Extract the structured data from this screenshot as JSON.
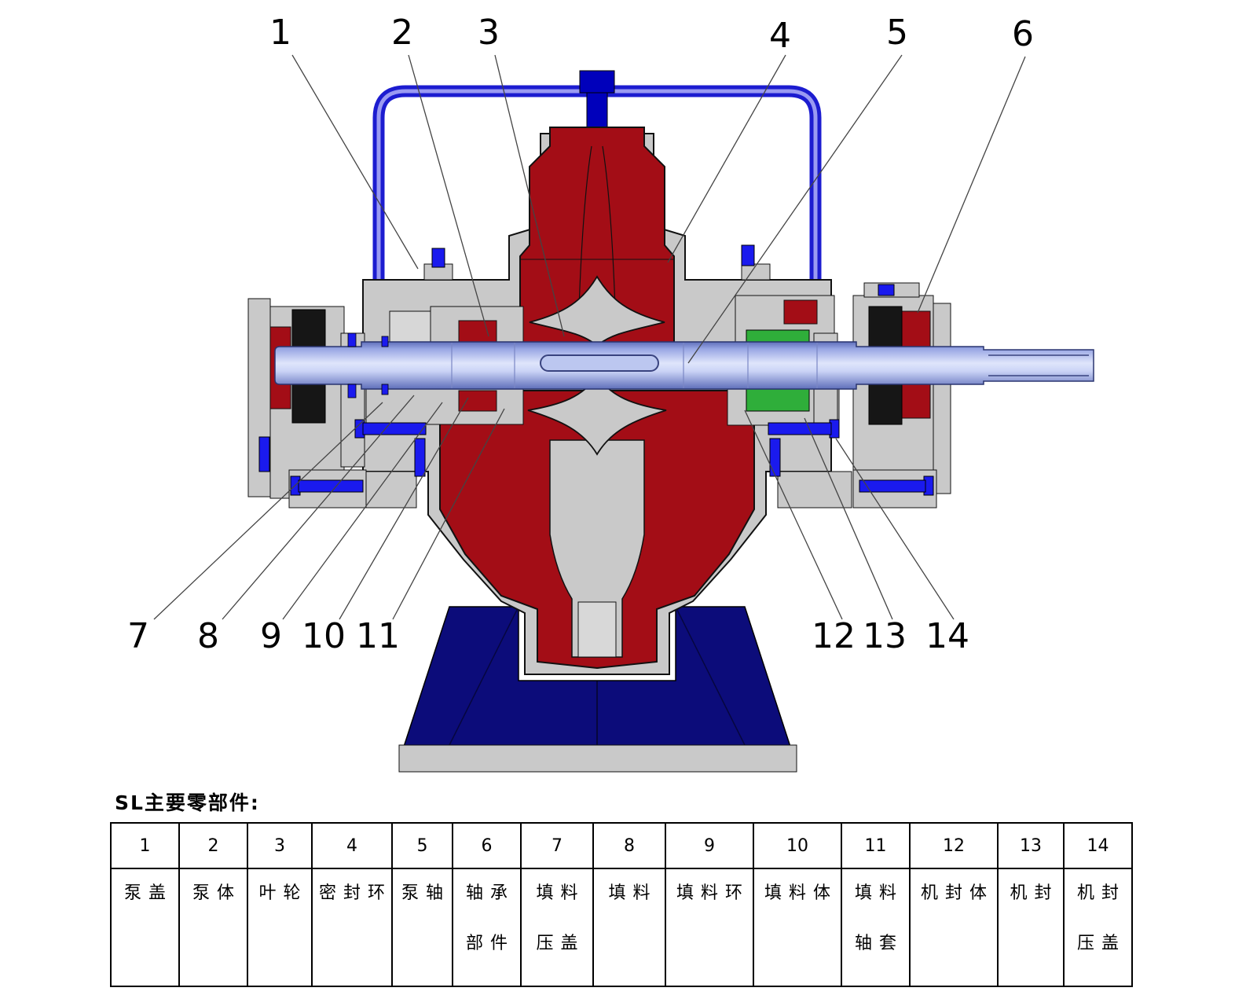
{
  "diagram": {
    "callouts": [
      "1",
      "2",
      "3",
      "4",
      "5",
      "6",
      "7",
      "8",
      "9",
      "10",
      "11",
      "12",
      "13",
      "14"
    ],
    "colors": {
      "casing_gray": "#c9c9c9",
      "volute_red": "#a30d16",
      "shaft_blue_light": "#dfe5fb",
      "shaft_blue_dark": "#5f6fba",
      "pipe_blue": "#1c1cd0",
      "plug_blue": "#0000bb",
      "pedestal_navy": "#0c0c7a",
      "packing_green": "#2fae3a",
      "bearing_black": "#161616",
      "bolt_blue": "#1a1aee"
    }
  },
  "caption": {
    "title": "SL主要零部件:"
  },
  "parts_table": {
    "columns": [
      {
        "num": "1",
        "name_lines": [
          "泵盖"
        ]
      },
      {
        "num": "2",
        "name_lines": [
          "泵体"
        ]
      },
      {
        "num": "3",
        "name_lines": [
          "叶轮"
        ]
      },
      {
        "num": "4",
        "name_lines": [
          "密封环"
        ]
      },
      {
        "num": "5",
        "name_lines": [
          "泵轴"
        ]
      },
      {
        "num": "6",
        "name_lines": [
          "轴承",
          "部件"
        ]
      },
      {
        "num": "7",
        "name_lines": [
          "填料",
          "压盖"
        ]
      },
      {
        "num": "8",
        "name_lines": [
          "填料"
        ]
      },
      {
        "num": "9",
        "name_lines": [
          "填料环"
        ]
      },
      {
        "num": "10",
        "name_lines": [
          "填料体"
        ]
      },
      {
        "num": "11",
        "name_lines": [
          "填料",
          "轴套"
        ]
      },
      {
        "num": "12",
        "name_lines": [
          "机封体"
        ]
      },
      {
        "num": "13",
        "name_lines": [
          "机封"
        ]
      },
      {
        "num": "14",
        "name_lines": [
          "机封",
          "压盖"
        ]
      }
    ]
  }
}
